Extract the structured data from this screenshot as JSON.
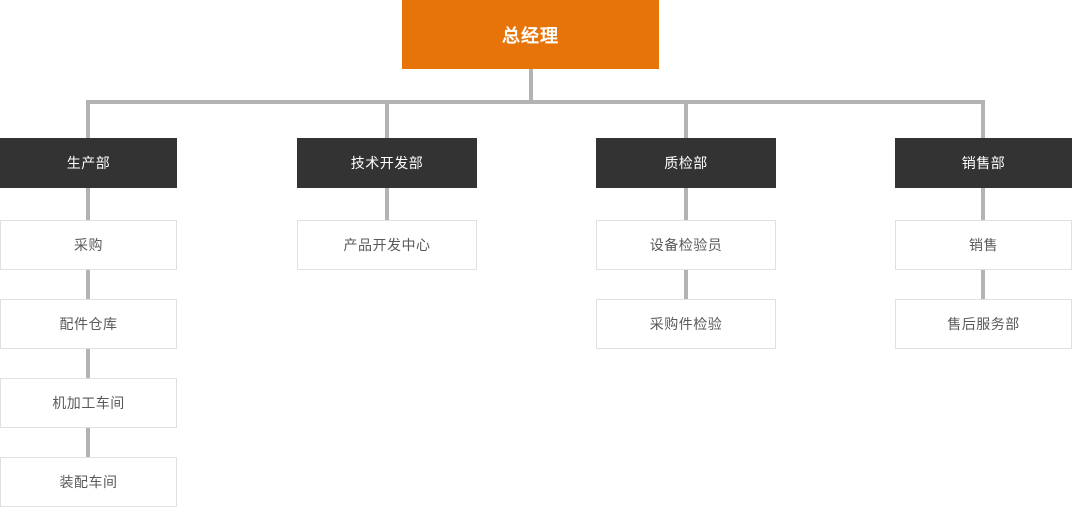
{
  "diagram": {
    "type": "org-chart",
    "root": {
      "label": "总经理"
    },
    "departments": [
      {
        "label": "生产部",
        "children": [
          "采购",
          "配件仓库",
          "机加工车间",
          "装配车间"
        ]
      },
      {
        "label": "技术开发部",
        "children": [
          "产品开发中心"
        ]
      },
      {
        "label": "质检部",
        "children": [
          "设备检验员",
          "采购件检验"
        ]
      },
      {
        "label": "销售部",
        "children": [
          "销售",
          "售后服务部"
        ]
      }
    ]
  },
  "colors": {
    "root_bg": "#e67408",
    "dept_bg": "#333333",
    "connector": "#b3b3b3",
    "child_border": "#e0e0e0",
    "child_text": "#595959",
    "node_text": "#ffffff"
  }
}
